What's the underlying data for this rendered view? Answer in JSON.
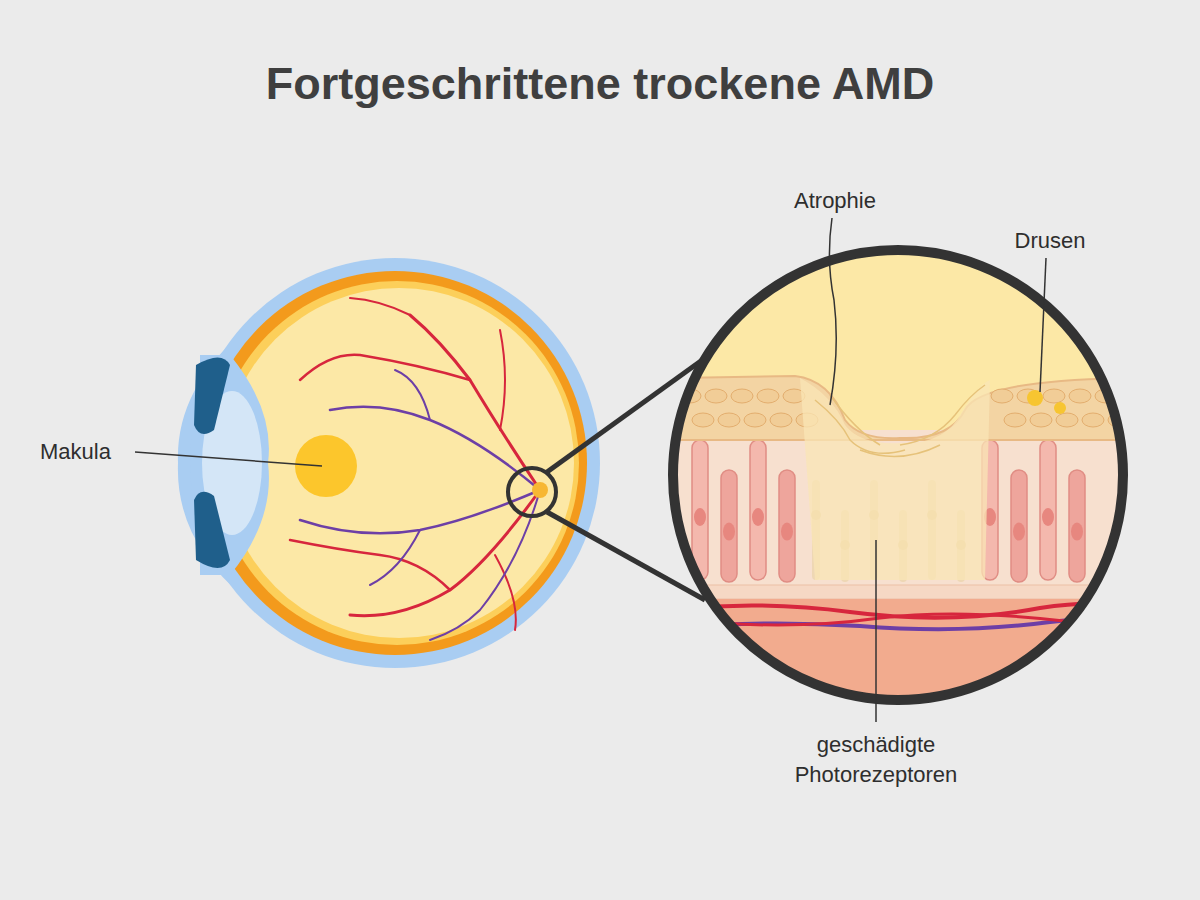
{
  "diagram": {
    "title": "Fortgeschrittene trockene AMD",
    "labels": [
      "Makula",
      "Atrophie",
      "Drusen",
      "geschädigte Photorezeptoren"
    ]
  }
}
